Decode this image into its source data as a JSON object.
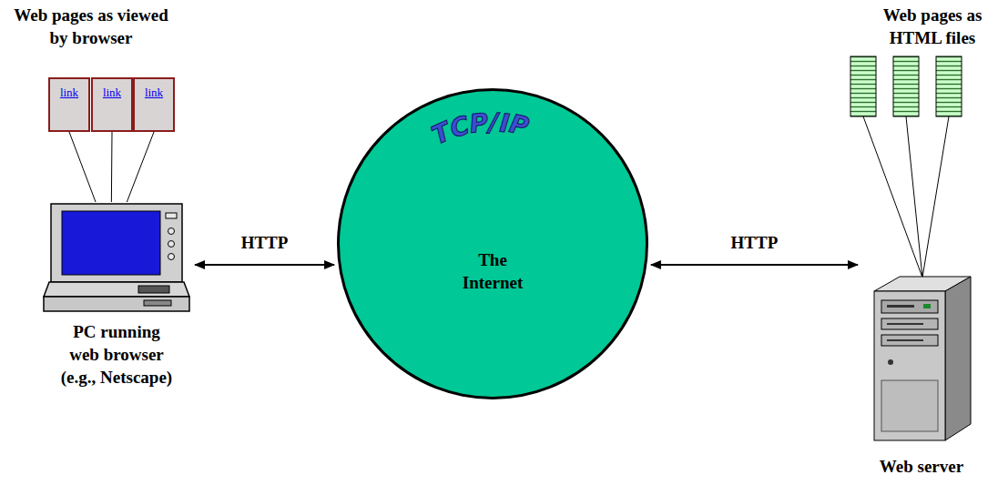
{
  "diagram": {
    "nodes": [
      {
        "text": [
          "link"
        ]
      },
      {
        "text": [
          "link"
        ]
      },
      {
        "text": [
          "link"
        ]
      },
      {
        "text": [
          "PC running web browser (e.g., Netscape)"
        ]
      },
      {
        "text": [
          "TCP/IP",
          "The Internet"
        ]
      },
      {
        "text": [
          "Web server"
        ]
      }
    ],
    "edges": [
      {
        "from": 0,
        "to": 3,
        "arrow": "none"
      },
      {
        "from": 1,
        "to": 3,
        "arrow": "none"
      },
      {
        "from": 2,
        "to": 3,
        "arrow": "none"
      },
      {
        "from": 3,
        "to": 4,
        "label": "HTTP",
        "arrow": "both"
      },
      {
        "from": 4,
        "to": 5,
        "label": "HTTP",
        "arrow": "both"
      }
    ],
    "labels": [
      "Web pages as viewed by browser",
      "Web pages as HTML files"
    ]
  }
}
